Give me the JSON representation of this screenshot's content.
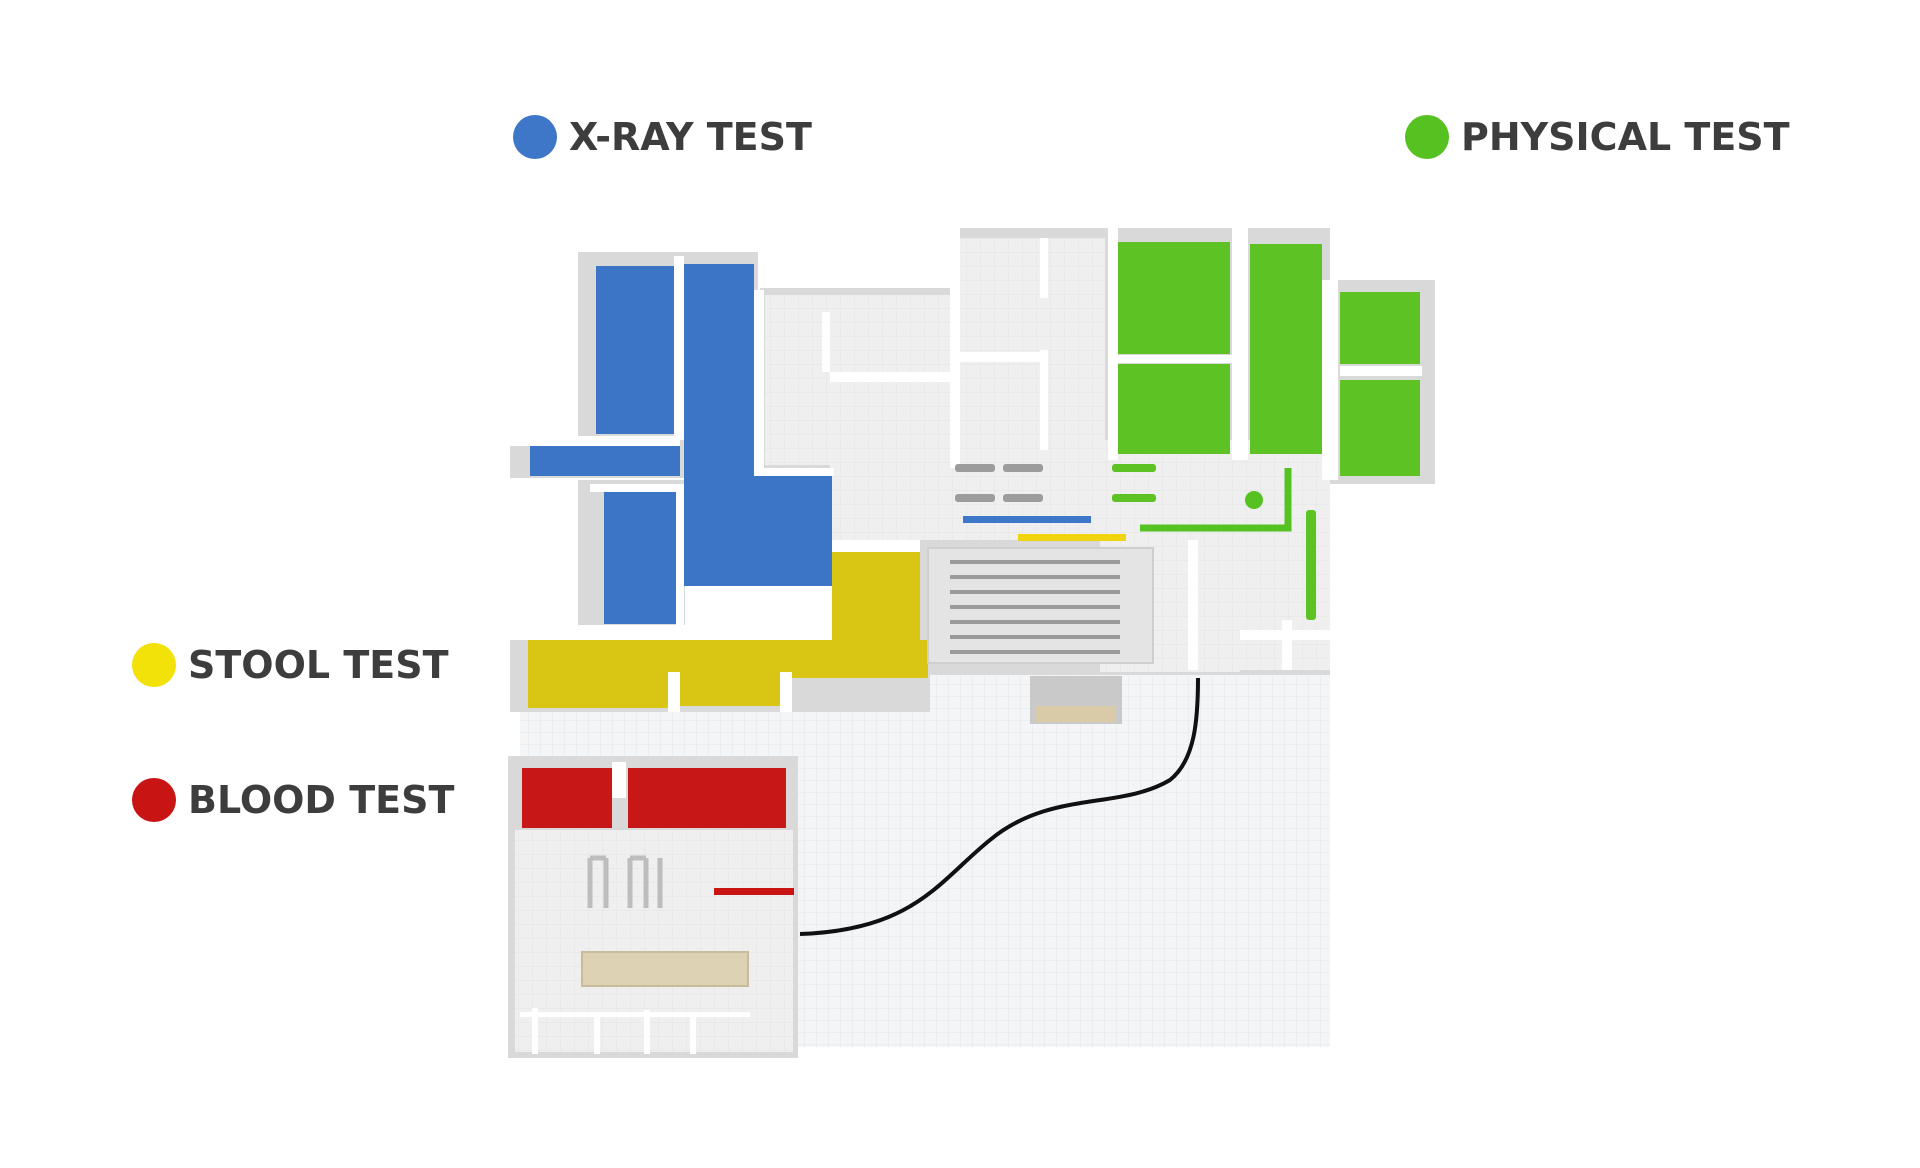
{
  "legend": [
    {
      "id": "xray",
      "label": "X-RAY TEST",
      "color": "#3f77c8"
    },
    {
      "id": "physical",
      "label": "PHYSICAL TEST",
      "color": "#56c222"
    },
    {
      "id": "stool",
      "label": "STOOL TEST",
      "color": "#f3e10a"
    },
    {
      "id": "blood",
      "label": "BLOOD TEST",
      "color": "#c91414"
    }
  ],
  "colors": {
    "xray_room": "#3c74c6",
    "physical_room": "#5dc223",
    "stool_room": "#d8c514",
    "blood_room": "#c81717",
    "wall": "#ffffff",
    "floor": "#eeeeee",
    "outdoor": "#f2f4f6",
    "path": "#111111"
  }
}
